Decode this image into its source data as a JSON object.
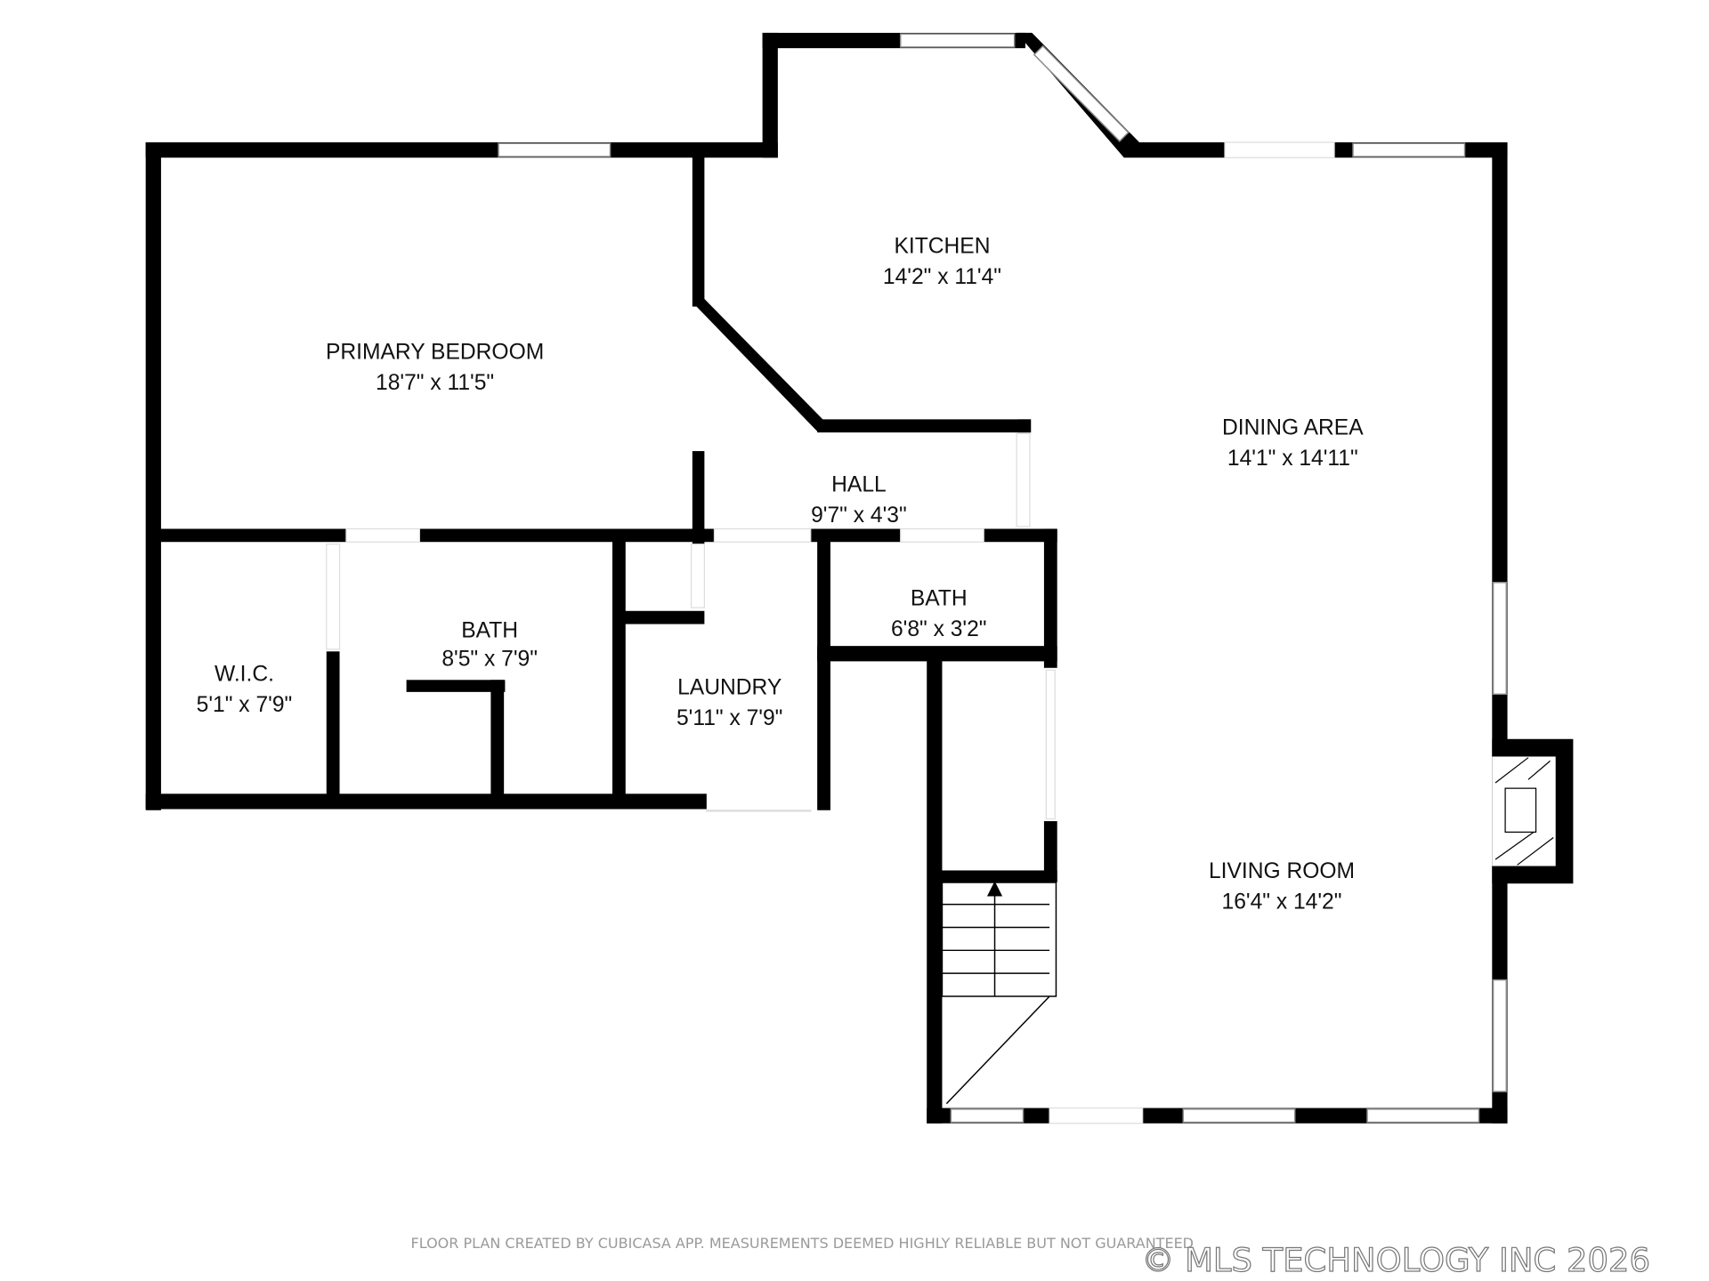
{
  "rooms": [
    {
      "name": "PRIMARY BEDROOM",
      "dimensions": "18'7\" x 11'5\""
    },
    {
      "name": "KITCHEN",
      "dimensions": "14'2\" x 11'4\""
    },
    {
      "name": "DINING AREA",
      "dimensions": "14'1\" x 14'11\""
    },
    {
      "name": "HALL",
      "dimensions": "9'7\" x 4'3\""
    },
    {
      "name": "BATH",
      "dimensions": "6'8\" x 3'2\""
    },
    {
      "name": "W.I.C.",
      "dimensions": "5'1\" x 7'9\""
    },
    {
      "name": "BATH",
      "dimensions": "8'5\" x 7'9\""
    },
    {
      "name": "LAUNDRY",
      "dimensions": "5'11\" x 7'9\""
    },
    {
      "name": "LIVING ROOM",
      "dimensions": "16'4\" x 14'2\""
    }
  ],
  "footer": {
    "disclaimer": "FLOOR PLAN CREATED BY CUBICASA APP. MEASUREMENTS DEEMED HIGHLY RELIABLE BUT NOT GUARANTEED",
    "copyright": "© MLS TECHNOLOGY INC 2026"
  },
  "colors": {
    "wall": "#000000",
    "background": "#ffffff"
  }
}
